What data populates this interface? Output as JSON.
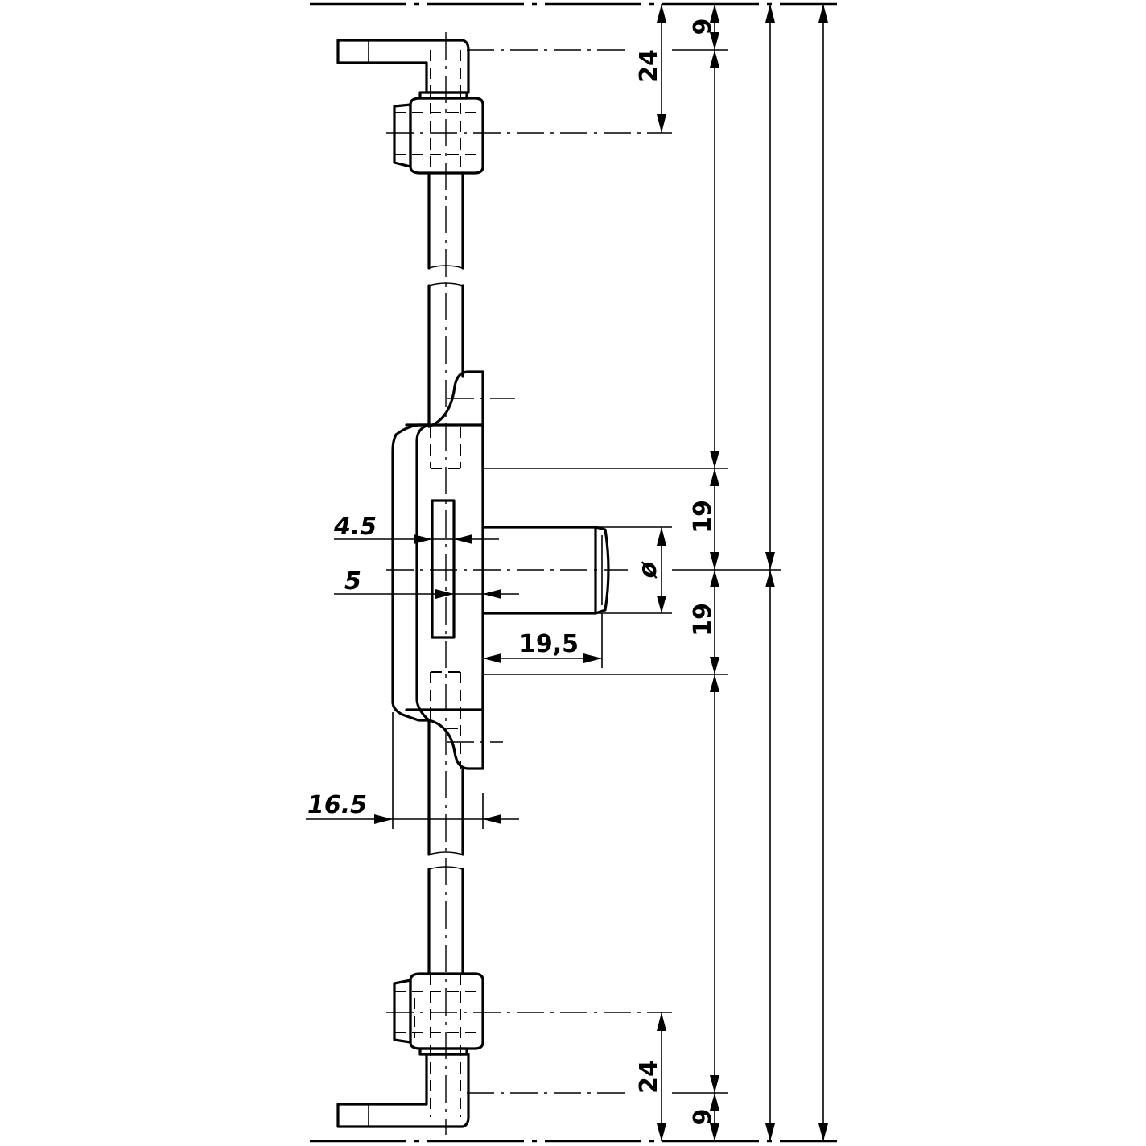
{
  "dimensions": {
    "top_end": "9",
    "top_offset": "24",
    "upper_half": "19",
    "lower_half": "19",
    "diameter_symbol": "ø",
    "bolt_length": "19,5",
    "slot_width": "4.5",
    "slot_depth": "5",
    "body_depth": "16.5",
    "bottom_offset": "24",
    "bottom_end": "9"
  }
}
